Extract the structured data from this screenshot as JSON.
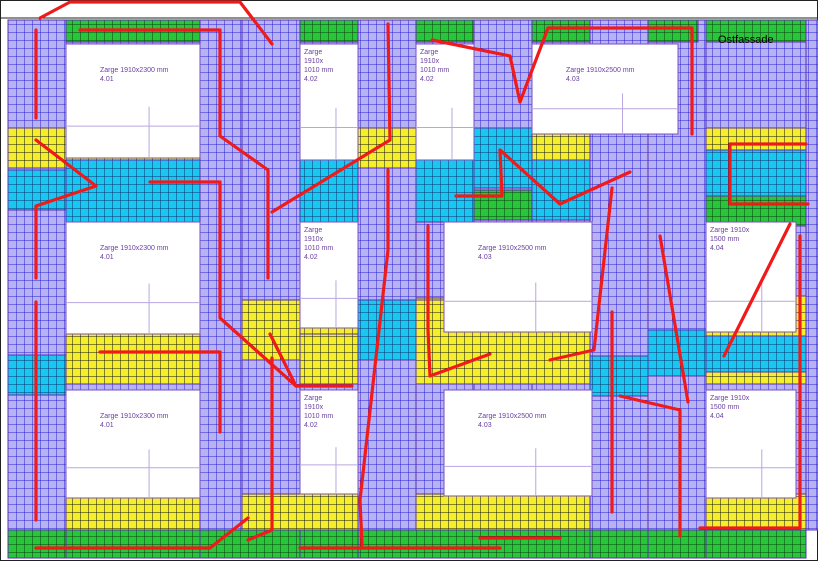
{
  "title": "Ostfassade",
  "colors": {
    "violet": "#b7b2f2",
    "violet_grid": "#2a1fd8",
    "yellow": "#f4ef2a",
    "yellow_grid": "#151515",
    "cyan": "#19c8f0",
    "cyan_grid": "#103070",
    "green": "#28c63a",
    "opening_border": "#7b4fc0",
    "red_path": "#f01a1a"
  },
  "openings": [
    {
      "lines": [
        "Zarge 1910x2300 mm",
        "4.01"
      ]
    },
    {
      "lines": [
        "Zarge",
        "1910x",
        "1010 mm",
        "4.02"
      ]
    },
    {
      "lines": [
        "Zarge",
        "1910x",
        "1010 mm",
        "4.02"
      ]
    },
    {
      "lines": [
        "Zarge 1910x2500 mm",
        "4.03"
      ]
    },
    {
      "lines": [
        "Zarge 1910x2300 mm",
        "4.01"
      ]
    },
    {
      "lines": [
        "Zarge",
        "1910x",
        "1010 mm",
        "4.02"
      ]
    },
    {
      "lines": [
        "Zarge 1910x2500 mm",
        "4.03"
      ]
    },
    {
      "lines": [
        "Zarge 1910x",
        "1500 mm",
        "4.04"
      ]
    },
    {
      "lines": [
        "Zarge 1910x2300 mm",
        "4.01"
      ]
    },
    {
      "lines": [
        "Zarge",
        "1910x",
        "1010 mm",
        "4.02"
      ]
    },
    {
      "lines": [
        "Zarge 1910x2500 mm",
        "4.03"
      ]
    },
    {
      "lines": [
        "Zarge 1910x",
        "1500 mm",
        "4.04"
      ]
    }
  ]
}
